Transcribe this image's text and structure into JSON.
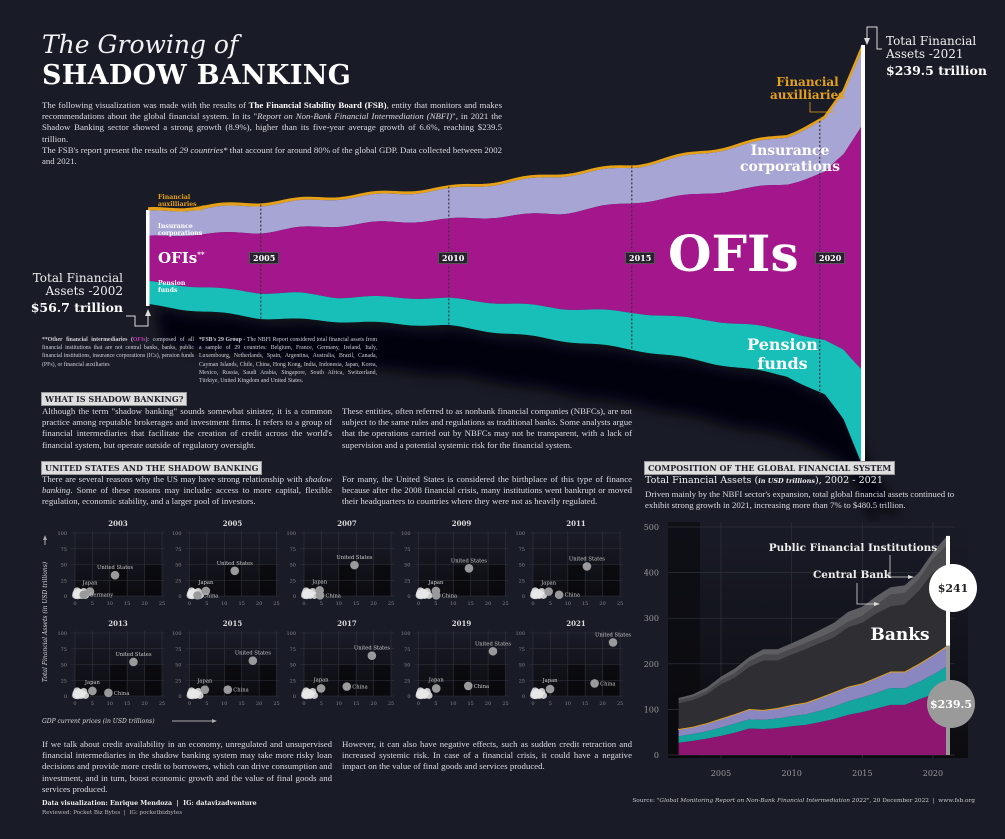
{
  "title": {
    "line1": "The Growing of",
    "line2": "SHADOW BANKING"
  },
  "intro": {
    "p1_a": "The following visualization was made with the results of ",
    "p1_b": "The Financial Stability Board (FSB)",
    "p1_c": ", entity that monitors and makes recommendations about the global financial system. In its \"",
    "p1_d": "Report on Non-Bank Financial Intermediation (NBFI)",
    "p1_e": "\", in 2021 the Shadow Banking sector showed a strong growth (8.9%), higher than its five-year average growth of 6.6%, reaching $239.5 trillion.",
    "p2_a": "The FSB's report present the results of ",
    "p2_b": "29 countries*",
    "p2_c": " that account for around 80% of the global GDP. Data collected between 2002 and 2021."
  },
  "stream": {
    "start_label": "Total Financial Assets -2002",
    "start_value": "$56.7 trillion",
    "end_label": "Total Financial Assets -2021",
    "end_value": "$239.5 trillion",
    "small_labels": {
      "auxiliaries": "Financial auxilliaries",
      "insurance": "Insurance corporations",
      "ofis": "OFIs",
      "ofis_mark": "**",
      "pension": "Pension funds"
    },
    "big_labels": {
      "auxiliaries": "Financial auxilliaries",
      "insurance": "Insurance corporations",
      "ofis": "OFIs",
      "pension": "Pension funds"
    },
    "year_markers": [
      "2005",
      "2010",
      "2015",
      "2020"
    ],
    "colors": {
      "auxiliaries": "#e5a117",
      "insurance": "#a7a5d3",
      "ofis": "#a3168c",
      "pension": "#18bfb8"
    }
  },
  "notes": {
    "ofi_a": "**Other financial intermediaries (",
    "ofi_b": "OFIs",
    "ofi_c": "): composed of all financial institutions that are not central banks, banks, public financial institutions, insurance corporations (ICs), pension funds (PFs), or financial auxiliaries",
    "g29_a": "*FSB's 29 Group",
    "g29_b": " - The NBFI Report considered total financial assets from a sample of 29 countries: Belgium, France, Germany, Ireland, Italy, Luxembourg, Netherlands, Spain, Argentina, Australia, Brazil, Canada, Cayman Islands, Chile, China, Hong Kong, India, Indonesia, Japan, Korea, Mexico, Russia, Saudi Arabia, Singapore, South Africa, Switzerland, Türkiye, United Kingdom and United States."
  },
  "sections": {
    "what": {
      "header": "WHAT IS SHADOW BANKING?",
      "col1": "Although the term \"shadow banking\" sounds somewhat sinister, it is a common practice among reputable brokerages and investment firms. It refers to a group of financial intermediaries that facilitate the creation of credit across the world's financial system, but operate outside of regulatory oversight.",
      "col2": "These entities, often referred to as nonbank financial companies (NBFCs), are not subject to the same rules and regulations as traditional banks. Some analysts argue that the operations carried out by NBFCs may not be transparent, with a lack of supervision and a potential systemic risk for the financial system."
    },
    "us": {
      "header": "UNITED STATES AND THE SHADOW BANKING",
      "col1_a": "There are several reasons why the US may have strong relationship with ",
      "col1_b": "shadow banking",
      "col1_c": ". Some of these reasons may include: access to more capital, flexible regulation, economic stability, and a larger pool of investors.",
      "col2": "For many, the United States is considered the birthplace of this type of finance because after the 2008 financial crisis, many institutions went bankrupt or moved their headquarters to countries where they were not as heavily regulated."
    },
    "effects": {
      "col1": "If we talk about credit availability in an economy, unregulated and unsupervised financial intermediaries in the shadow banking system may take more risky loan decisions and provide more credit to borrowers, which can drive consumption and investment, and in turn, boost economic growth and the value of final goods and services produced.",
      "col2": "However, it can also have negative effects, such as sudden credit retraction and increased systemic risk. In case of a financial crisis, it could have a negative impact on the value of final goods and services produced."
    }
  },
  "composition": {
    "header": "COMPOSITION OF THE GLOBAL FINANCIAL SYSTEM",
    "subtitle_a": "Total Financial Assets (",
    "subtitle_b": "in USD trillions",
    "subtitle_c": "), 2002 - 2021",
    "desc": "Driven mainly by the NBFI sector's expansion, total global financial assets continued to exhibit strong growth in 2021, increasing more than 7% to $480.5 trillion."
  },
  "footer": {
    "credit": "Data visualization: Enrique Mendoza  |  IG: datavizadventure",
    "reviewed": "Reviewed: Pocket Biz Bytes  |  IG: pocketbizbytes",
    "source_a": "Source: ",
    "source_b": "\"Global Monitoring Report on Non-Bank Financial Intermediation 2022\"",
    "source_c": ", 20 December 2022  |  www.fsb.org"
  },
  "chart_data": [
    {
      "type": "area",
      "stacked": true,
      "x": [
        2002,
        2003,
        2004,
        2005,
        2006,
        2007,
        2008,
        2009,
        2010,
        2011,
        2012,
        2013,
        2014,
        2015,
        2016,
        2017,
        2018,
        2019,
        2020,
        2021
      ],
      "xticks": [
        "2005",
        "2010",
        "2015",
        "2020"
      ],
      "yticks": [
        "0",
        "100",
        "200",
        "300",
        "400",
        "500"
      ],
      "ylim": [
        0,
        500
      ],
      "grid": true,
      "series": [
        {
          "key": "ofis",
          "color": "#8e1570",
          "values": [
            27,
            31,
            36,
            42,
            49,
            58,
            57,
            59,
            63,
            66,
            72,
            79,
            88,
            94,
            102,
            110,
            110,
            122,
            133,
            140
          ]
        },
        {
          "key": "pension",
          "color": "#14a59f",
          "values": [
            14,
            15,
            16,
            18,
            20,
            20,
            20,
            21,
            22,
            23,
            25,
            27,
            30,
            32,
            34,
            37,
            36,
            38,
            43,
            55
          ]
        },
        {
          "key": "insurance",
          "color": "#8a86c0",
          "values": [
            15,
            15,
            17,
            19,
            20,
            22,
            21,
            22,
            24,
            25,
            28,
            31,
            31,
            30,
            33,
            35,
            36,
            39,
            42,
            43
          ]
        },
        {
          "key": "auxiliaries",
          "color": "#e5a117",
          "values": [
            1,
            1,
            1,
            1,
            1,
            1,
            1,
            1,
            1,
            1,
            1,
            1,
            1,
            1,
            1,
            1,
            1,
            1,
            1,
            1.5
          ]
        },
        {
          "name": "Banks",
          "color": "#2f2f33",
          "values": [
            56,
            58,
            63,
            75,
            80,
            92,
            108,
            104,
            110,
            117,
            119,
            120,
            130,
            133,
            140,
            143,
            147,
            160,
            181,
            180.5
          ]
        },
        {
          "name": "Central Bank",
          "color": "#4a4a4e",
          "values": [
            7,
            7,
            7,
            8,
            10,
            12,
            13,
            13,
            13,
            13,
            13,
            14,
            12,
            15,
            18,
            26,
            25,
            25,
            30,
            40
          ]
        },
        {
          "name": "Public Financial Institutions",
          "color": "#5e5e62",
          "values": [
            5,
            6,
            8,
            9,
            10,
            10,
            12,
            12,
            12,
            14,
            16,
            18,
            22,
            20,
            20,
            16,
            17,
            15,
            15,
            20.5
          ]
        }
      ],
      "annotations": {
        "non_nbfi_2021": "$241",
        "nbfi_2021": "$239.5"
      }
    },
    {
      "type": "scatter",
      "small_multiples": true,
      "xlabel": "GDP current prices (in USD trillions)",
      "ylabel": "Total Financial Assets (in USD trillions)",
      "xlim": [
        0,
        25
      ],
      "ylim": [
        0,
        100
      ],
      "xticks": [
        "0",
        "5",
        "10",
        "15",
        "20",
        "25"
      ],
      "yticks": [
        "0",
        "25",
        "50",
        "75",
        "100"
      ],
      "other_countries_approx": [
        [
          0.2,
          1
        ],
        [
          0.5,
          2
        ],
        [
          0.8,
          0.5
        ],
        [
          1,
          3
        ],
        [
          1.2,
          6
        ],
        [
          1.5,
          2
        ],
        [
          2,
          4
        ],
        [
          0.3,
          4
        ],
        [
          2.5,
          7
        ],
        [
          3,
          1
        ],
        [
          0.6,
          8
        ],
        [
          1.8,
          1
        ]
      ],
      "panels": [
        {
          "year": "2003",
          "points": [
            {
              "label": "United States",
              "x": 11.5,
              "y": 33
            },
            {
              "label": "Japan",
              "x": 4.3,
              "y": 7
            },
            {
              "label": "Germany",
              "x": 2.5,
              "y": 2
            }
          ]
        },
        {
          "year": "2005",
          "points": [
            {
              "label": "United States",
              "x": 13,
              "y": 40
            },
            {
              "label": "Japan",
              "x": 4.7,
              "y": 8
            },
            {
              "label": "China",
              "x": 2.3,
              "y": 1
            }
          ]
        },
        {
          "year": "2007",
          "points": [
            {
              "label": "United States",
              "x": 14.5,
              "y": 49
            },
            {
              "label": "Japan",
              "x": 4.5,
              "y": 9
            },
            {
              "label": "China",
              "x": 4.6,
              "y": 1
            }
          ]
        },
        {
          "year": "2009",
          "points": [
            {
              "label": "United States",
              "x": 14.5,
              "y": 44
            },
            {
              "label": "Japan",
              "x": 5,
              "y": 8
            },
            {
              "label": "China",
              "x": 5.1,
              "y": 1
            }
          ]
        },
        {
          "year": "2011",
          "points": [
            {
              "label": "United States",
              "x": 15.5,
              "y": 47
            },
            {
              "label": "Japan",
              "x": 4.5,
              "y": 7
            },
            {
              "label": "China",
              "x": 7.5,
              "y": 2
            }
          ]
        },
        {
          "year": "2013",
          "points": [
            {
              "label": "United States",
              "x": 16.8,
              "y": 54
            },
            {
              "label": "Japan",
              "x": 5,
              "y": 8
            },
            {
              "label": "China",
              "x": 9.6,
              "y": 5
            }
          ]
        },
        {
          "year": "2015",
          "points": [
            {
              "label": "United States",
              "x": 18.2,
              "y": 56
            },
            {
              "label": "Japan",
              "x": 4.4,
              "y": 10
            },
            {
              "label": "China",
              "x": 11,
              "y": 10
            }
          ]
        },
        {
          "year": "2017",
          "points": [
            {
              "label": "United States",
              "x": 19.5,
              "y": 64
            },
            {
              "label": "Japan",
              "x": 4.9,
              "y": 12
            },
            {
              "label": "China",
              "x": 12.3,
              "y": 15
            }
          ]
        },
        {
          "year": "2019",
          "points": [
            {
              "label": "United States",
              "x": 21.4,
              "y": 71
            },
            {
              "label": "Japan",
              "x": 5.1,
              "y": 12
            },
            {
              "label": "China",
              "x": 14.3,
              "y": 16
            }
          ]
        },
        {
          "year": "2021",
          "points": [
            {
              "label": "United States",
              "x": 23,
              "y": 85
            },
            {
              "label": "Japan",
              "x": 4.9,
              "y": 11
            },
            {
              "label": "China",
              "x": 17.7,
              "y": 20
            }
          ]
        }
      ]
    }
  ]
}
